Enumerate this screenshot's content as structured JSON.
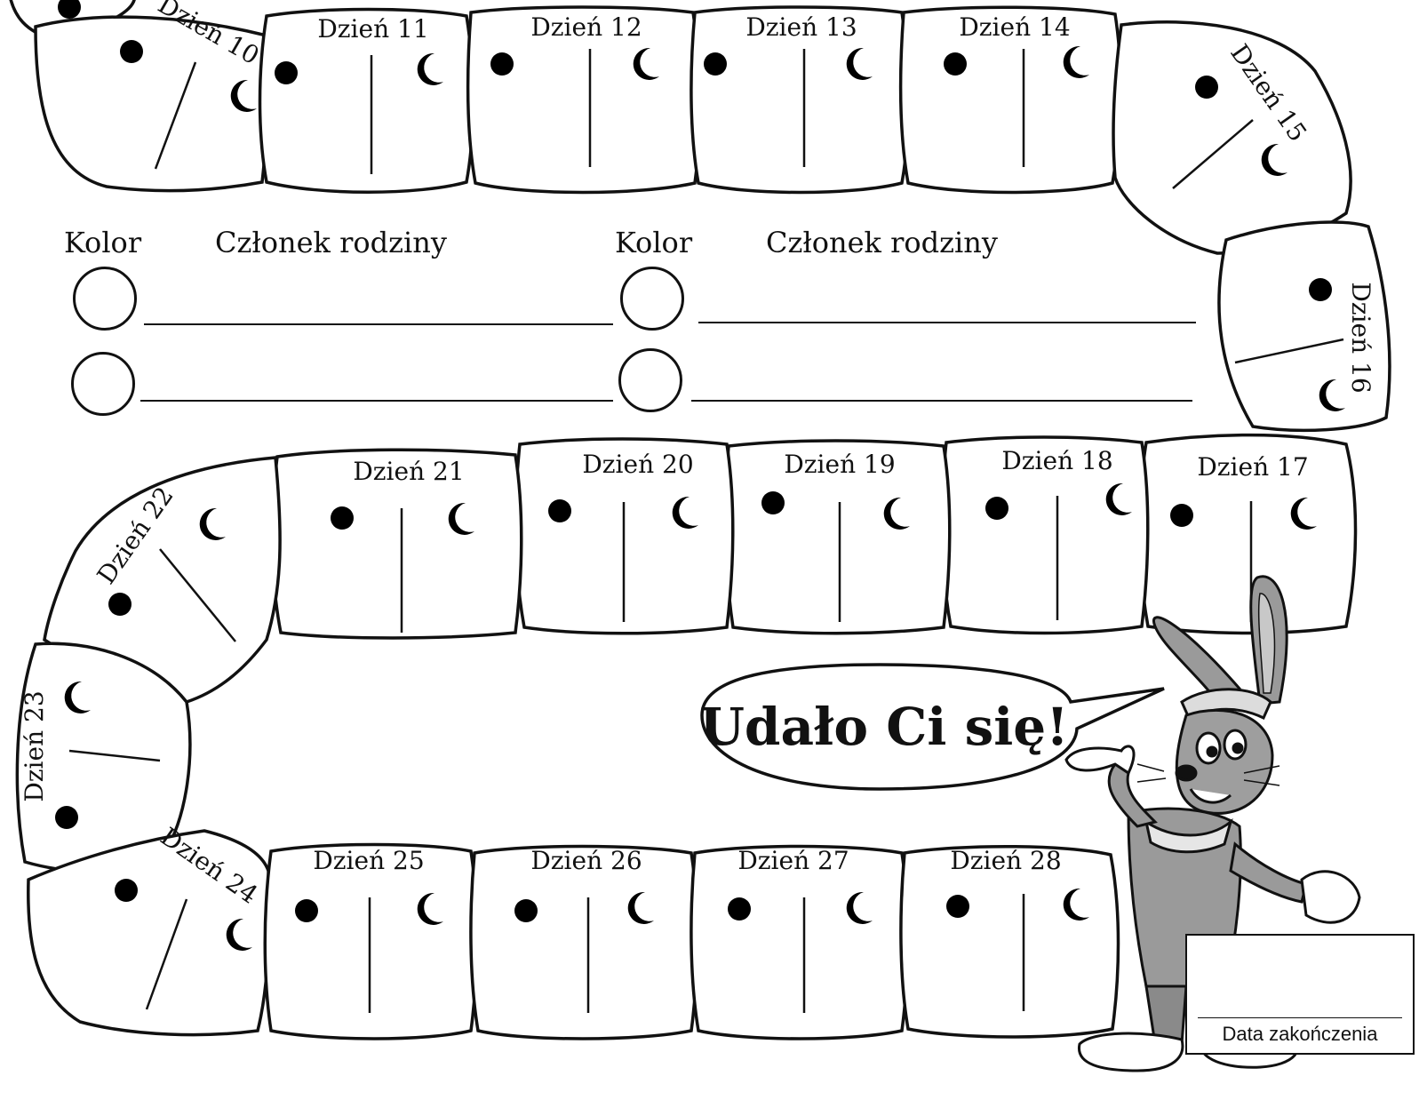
{
  "board": {
    "tiles": [
      {
        "day": "Dzień 10"
      },
      {
        "day": "Dzień 11"
      },
      {
        "day": "Dzień 12"
      },
      {
        "day": "Dzień 13"
      },
      {
        "day": "Dzień 14"
      },
      {
        "day": "Dzień 15"
      },
      {
        "day": "Dzień 16"
      },
      {
        "day": "Dzień 17"
      },
      {
        "day": "Dzień 18"
      },
      {
        "day": "Dzień 19"
      },
      {
        "day": "Dzień 20"
      },
      {
        "day": "Dzień 21"
      },
      {
        "day": "Dzień 22"
      },
      {
        "day": "Dzień 23"
      },
      {
        "day": "Dzień 24"
      },
      {
        "day": "Dzień 25"
      },
      {
        "day": "Dzień 26"
      },
      {
        "day": "Dzień 27"
      },
      {
        "day": "Dzień 28"
      }
    ],
    "icons": {
      "day": "sun-icon",
      "night": "moon-icon"
    }
  },
  "legend": {
    "color_header": "Kolor",
    "member_header": "Członek rodziny"
  },
  "bubble": {
    "text": "Udało Ci się!"
  },
  "completion": {
    "label": "Data zakończenia"
  }
}
